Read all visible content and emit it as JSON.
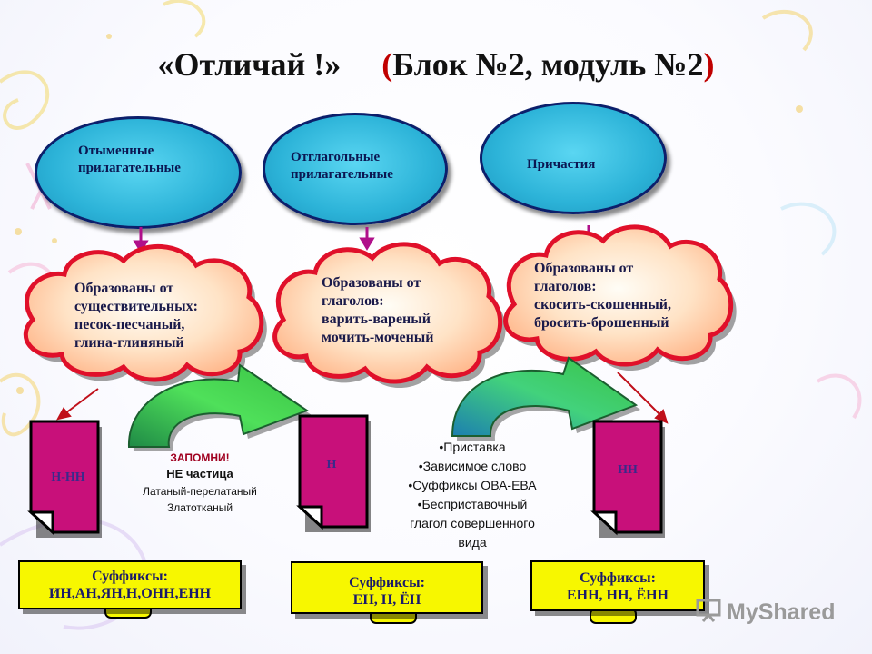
{
  "title": {
    "left": "«Отличай !»",
    "right_open": "(",
    "right_text": "Блок №2, модуль №2",
    "right_close": ")"
  },
  "ovals": [
    {
      "label": "Отыменные прилагательные"
    },
    {
      "label": "Отглагольные прилагательные"
    },
    {
      "label": "Причастия"
    }
  ],
  "clouds": [
    {
      "lines": [
        "Образованы от",
        "существительных:",
        "песок-песчаный,",
        "глина-глиняный"
      ]
    },
    {
      "lines": [
        "Образованы от",
        "глаголов:",
        "варить-вареный",
        "мочить-моченый"
      ]
    },
    {
      "lines": [
        "Образованы от",
        "глаголов:",
        "скосить-скошенный,",
        "бросить-брошенный"
      ]
    }
  ],
  "pink_cards": [
    {
      "label": "Н-НН"
    },
    {
      "label": "Н"
    },
    {
      "label": "НН"
    }
  ],
  "note_left": {
    "heading": "ЗАПОМНИ!",
    "line2": "НЕ частица",
    "line3": "Латаный-перелатаный",
    "line4": "Златотканый"
  },
  "note_middle": {
    "items": [
      "•Приставка",
      "•Зависимое слово",
      "•Суффиксы ОВА-ЕВА",
      "•Бесприставочный",
      "глагол совершенного",
      "вида"
    ]
  },
  "suffix_boxes": [
    {
      "line1": "Суффиксы:",
      "line2": "ИН,АН,ЯН,Н,ОНН,ЕНН"
    },
    {
      "line1": "Суффиксы:",
      "line2": "ЕН, Н, ЁН"
    },
    {
      "line1": "Суффиксы:",
      "line2": "ЕНН, НН, ЁНН"
    }
  ],
  "watermark": "MyShared",
  "colors": {
    "oval_fill": "#2cb3d8",
    "cloud_fill": "#ffd0a8",
    "cloud_border": "#e0102a",
    "card_fill": "#c8107a",
    "arrow_green": "#3fcf3a",
    "suffix_fill": "#f7f700"
  }
}
